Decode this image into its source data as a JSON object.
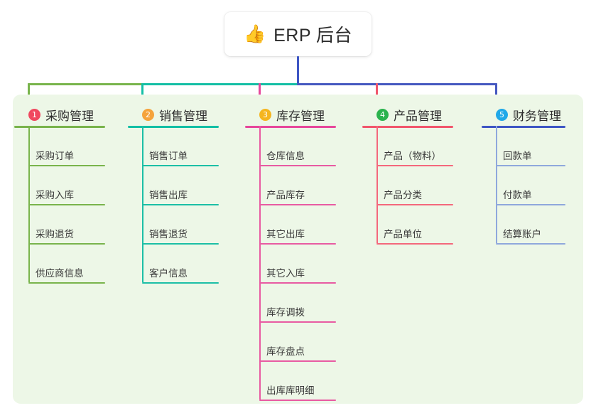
{
  "diagram": {
    "root": {
      "icon": "thumbs-up-icon",
      "icon_glyph": "👍",
      "title": "ERP 后台"
    },
    "columns": [
      {
        "number": "1",
        "title": "采购管理",
        "badge_color": "#f0485f",
        "line_color": "#79b44c",
        "head_rule_color": "#79b44c",
        "items": [
          "采购订单",
          "采购入库",
          "采购退货",
          "供应商信息"
        ]
      },
      {
        "number": "2",
        "title": "销售管理",
        "badge_color": "#f5a33c",
        "line_color": "#1cbfa6",
        "head_rule_color": "#14bfa5",
        "items": [
          "销售订单",
          "销售出库",
          "销售退货",
          "客户信息"
        ]
      },
      {
        "number": "3",
        "title": "库存管理",
        "badge_color": "#f5b51e",
        "line_color": "#e85ba2",
        "head_rule_color": "#e6479b",
        "items": [
          "仓库信息",
          "产品库存",
          "其它出库",
          "其它入库",
          "库存调拨",
          "库存盘点",
          "出库库明细"
        ]
      },
      {
        "number": "4",
        "title": "产品管理",
        "badge_color": "#2bb34d",
        "line_color": "#f4687c",
        "head_rule_color": "#f1566c",
        "items": [
          "产品（物料）",
          "产品分类",
          "产品单位"
        ]
      },
      {
        "number": "5",
        "title": "财务管理",
        "badge_color": "#20a8e8",
        "line_color": "#8fa8dc",
        "head_rule_color": "#3e56c4",
        "items": [
          "回款单",
          "付款单",
          "结算账户"
        ]
      }
    ],
    "connectors": {
      "root_stem_color": "#3e56c4",
      "bus_segments": [
        {
          "color": "#79b44c"
        },
        {
          "color": "#14bfa5"
        },
        {
          "color": "#4558c0"
        }
      ],
      "drops": [
        "#79b44c",
        "#14bfa5",
        "#e6479b",
        "#f1566c",
        "#4558c0"
      ]
    },
    "panel_background": "#edf7e7"
  }
}
